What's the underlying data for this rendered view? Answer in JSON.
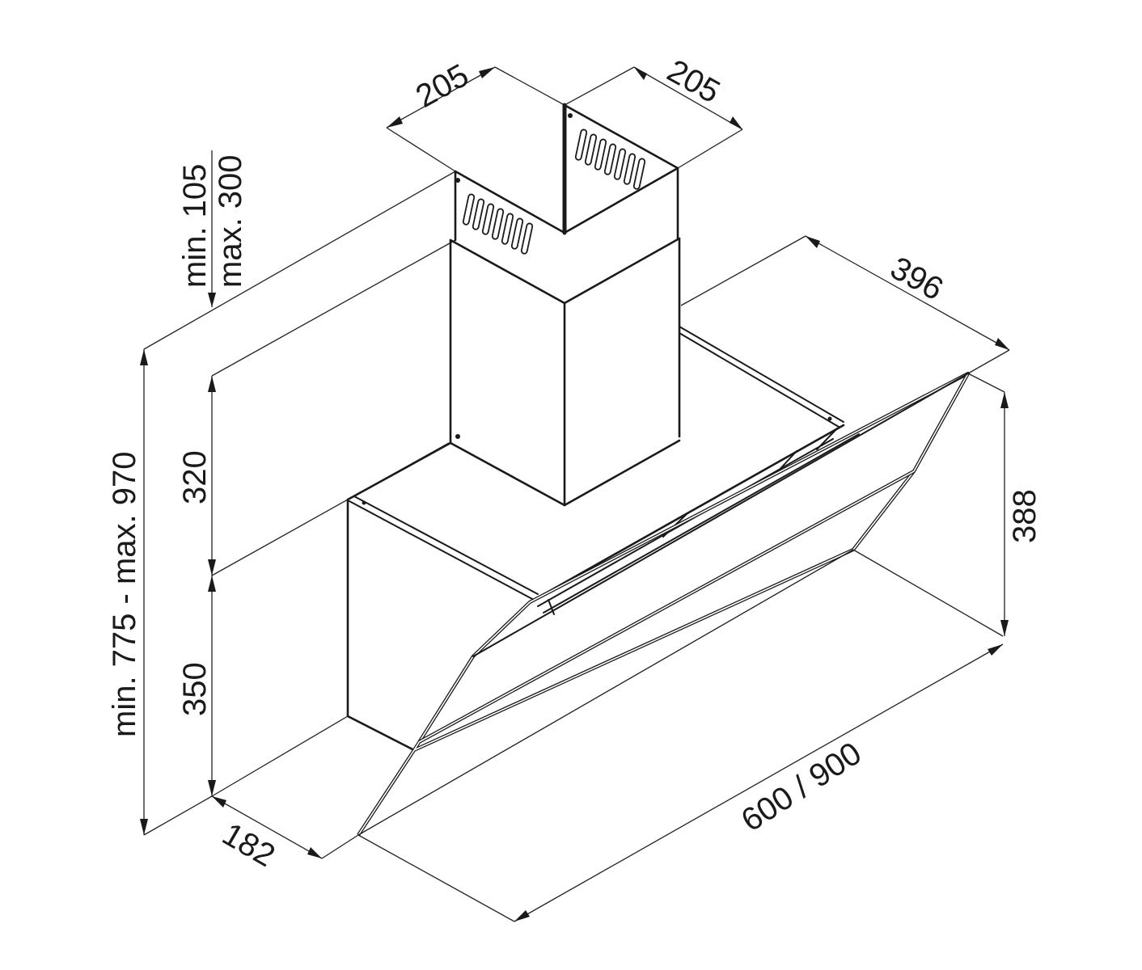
{
  "drawing": {
    "subject": "Angled glass chimney cooker hood - dimensional drawing",
    "units": "mm",
    "line_color": "#1a1a1a",
    "background": "#ffffff"
  },
  "dimensions": {
    "chimney_width": "205",
    "chimney_depth": "205",
    "chimney_extension": {
      "min": "min. 105",
      "max": "max. 300"
    },
    "total_height": "min. 775 - max. 970",
    "upper_chimney_height": "320",
    "body_height": "350",
    "body_depth": "182",
    "hood_depth": "396",
    "glass_height": "388",
    "width": "600 / 900"
  },
  "components": [
    {
      "name": "upper-chimney-section",
      "vent_slots": 7
    },
    {
      "name": "upper-chimney-section-right-face",
      "vent_slots": 7
    },
    {
      "name": "lower-chimney-cover"
    },
    {
      "name": "motor-body"
    },
    {
      "name": "angled-glass-panel"
    },
    {
      "name": "top-support-rail"
    }
  ]
}
